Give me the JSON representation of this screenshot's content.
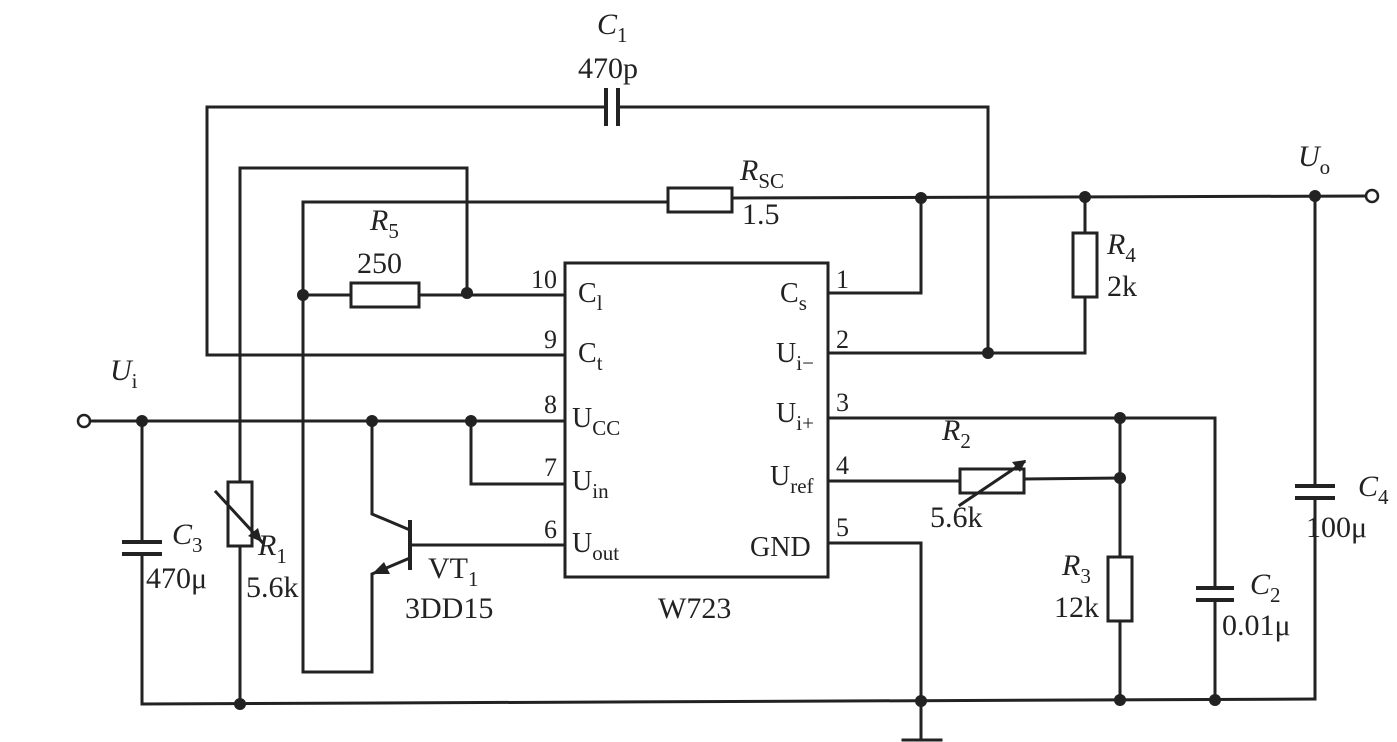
{
  "ic": {
    "name": "W723",
    "pins": {
      "p10": {
        "num": "10",
        "main": "C",
        "sub": "l"
      },
      "p9": {
        "num": "9",
        "main": "C",
        "sub": "t"
      },
      "p8": {
        "num": "8",
        "main": "U",
        "sub": "CC"
      },
      "p7": {
        "num": "7",
        "main": "U",
        "sub": "in"
      },
      "p6": {
        "num": "6",
        "main": "U",
        "sub": "out"
      },
      "p1": {
        "num": "1",
        "main": "C",
        "sub": "s"
      },
      "p2": {
        "num": "2",
        "main": "U",
        "sub": "i−"
      },
      "p3": {
        "num": "3",
        "main": "U",
        "sub": "i+"
      },
      "p4": {
        "num": "4",
        "main": "U",
        "sub": "ref"
      },
      "p5": {
        "num": "5",
        "main": "GND",
        "sub": ""
      }
    }
  },
  "components": {
    "c1": {
      "sym": "C",
      "idx": "1",
      "value": "470p"
    },
    "rsc": {
      "sym": "R",
      "idx": "SC",
      "value": "1.5"
    },
    "r5": {
      "sym": "R",
      "idx": "5",
      "value": "250"
    },
    "r4": {
      "sym": "R",
      "idx": "4",
      "value": "2k"
    },
    "r1": {
      "sym": "R",
      "idx": "1",
      "value": "5.6k"
    },
    "r2": {
      "sym": "R",
      "idx": "2",
      "value": "5.6k"
    },
    "r3": {
      "sym": "R",
      "idx": "3",
      "value": "12k"
    },
    "c2": {
      "sym": "C",
      "idx": "2",
      "value": "0.01μ"
    },
    "c3": {
      "sym": "C",
      "idx": "3",
      "value": "470μ"
    },
    "c4": {
      "sym": "C",
      "idx": "4",
      "value": "100μ"
    },
    "vt1": {
      "sym": "VT",
      "idx": "1",
      "value": "3DD15"
    }
  },
  "terminals": {
    "ui": {
      "sym": "U",
      "idx": "i"
    },
    "uo": {
      "sym": "U",
      "idx": "o"
    }
  }
}
